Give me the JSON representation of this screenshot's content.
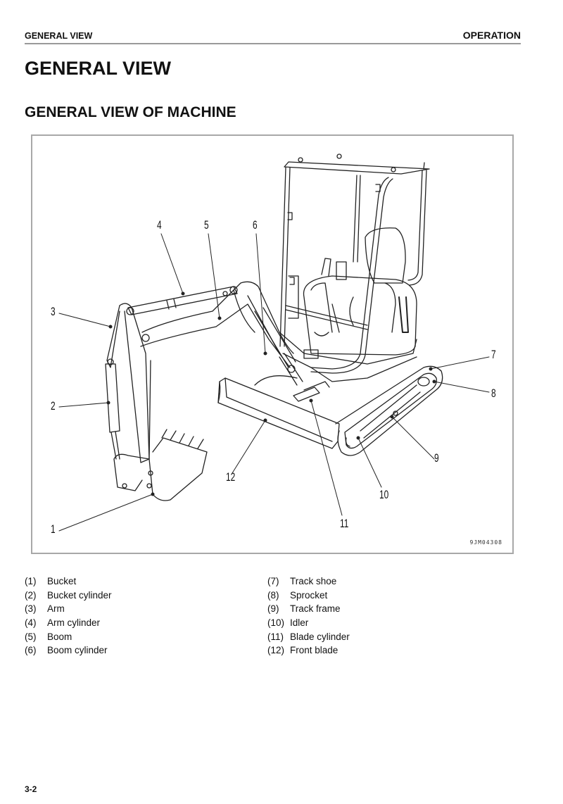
{
  "header": {
    "section": "GENERAL VIEW",
    "chapter": "OPERATION"
  },
  "title": "GENERAL VIEW",
  "subtitle": "GENERAL VIEW OF MACHINE",
  "figure": {
    "code": "9JM04308",
    "callouts": [
      "1",
      "2",
      "3",
      "4",
      "5",
      "6",
      "7",
      "8",
      "9",
      "10",
      "11",
      "12"
    ]
  },
  "legend": {
    "left": [
      {
        "num": "(1)",
        "label": "Bucket"
      },
      {
        "num": "(2)",
        "label": "Bucket cylinder"
      },
      {
        "num": "(3)",
        "label": "Arm"
      },
      {
        "num": "(4)",
        "label": "Arm cylinder"
      },
      {
        "num": "(5)",
        "label": "Boom"
      },
      {
        "num": "(6)",
        "label": "Boom cylinder"
      }
    ],
    "right": [
      {
        "num": "(7)",
        "label": "Track shoe"
      },
      {
        "num": "(8)",
        "label": "Sprocket"
      },
      {
        "num": "(9)",
        "label": "Track frame"
      },
      {
        "num": "(10)",
        "label": "Idler"
      },
      {
        "num": "(11)",
        "label": "Blade cylinder"
      },
      {
        "num": "(12)",
        "label": "Front blade"
      }
    ]
  },
  "footer": {
    "page": "3-2"
  }
}
